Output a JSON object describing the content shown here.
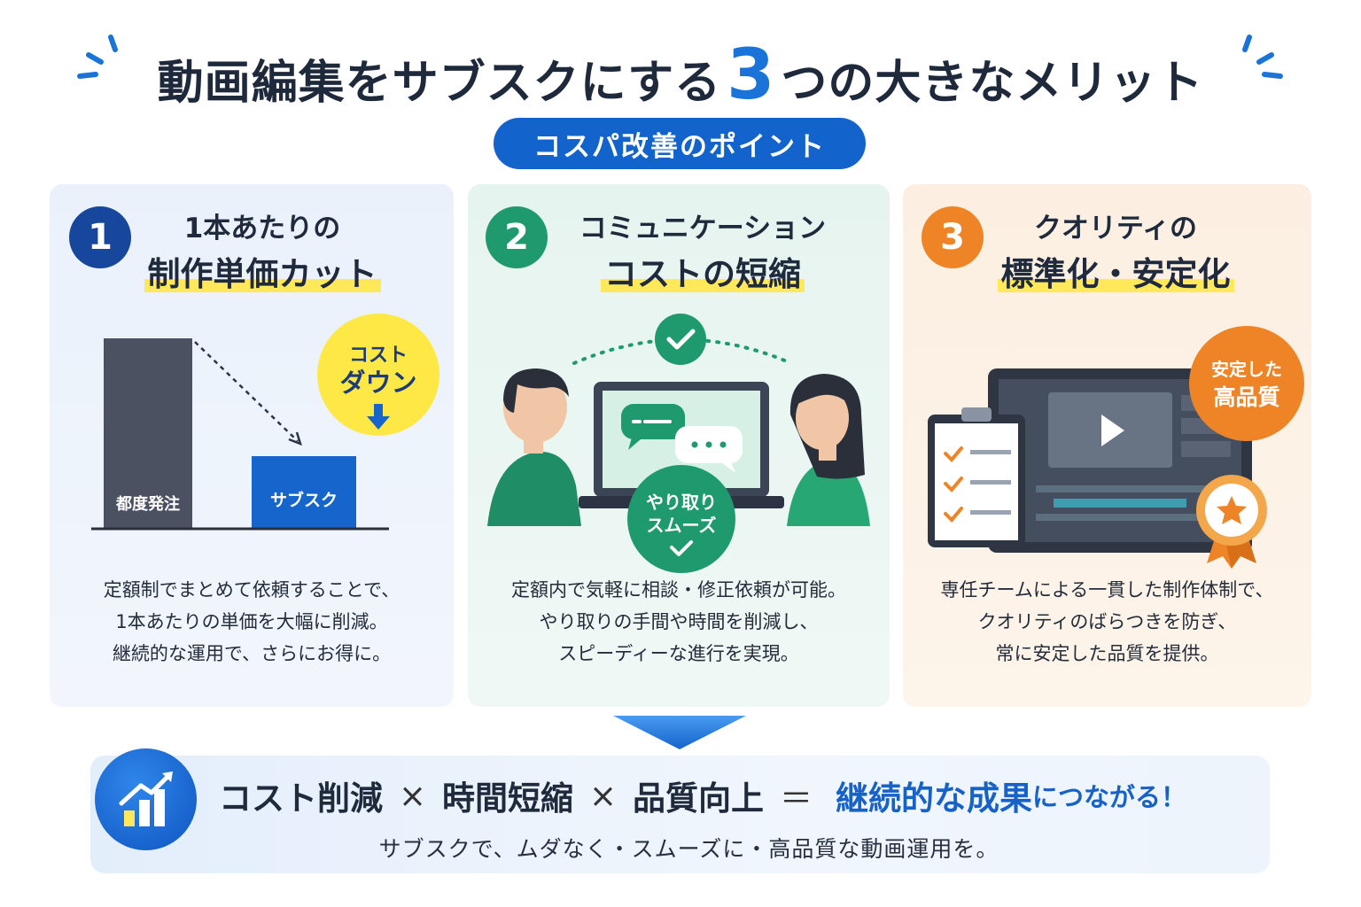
{
  "title": {
    "prefix": "動画編集をサブスクにする",
    "number": "3",
    "suffix": "つの大きなメリット"
  },
  "subtitle_pill": "コスパ改善のポイント",
  "cards": [
    {
      "number": "1",
      "heading_line1": "1本あたりの",
      "heading_line2": "制作単価カット",
      "bar_label_before": "都度発注",
      "bar_label_after": "サブスク",
      "badge_line1": "コスト",
      "badge_line2": "ダウン",
      "description": [
        "定額制でまとめて依頼することで、",
        "1本あたりの単価を大幅に削減。",
        "継続的な運用で、さらにお得に。"
      ]
    },
    {
      "number": "2",
      "heading_line1": "コミュニケーション",
      "heading_line2": "コストの短縮",
      "badge_line1": "やり取り",
      "badge_line2": "スムーズ",
      "description": [
        "定額内で気軽に相談・修正依頼が可能。",
        "やり取りの手間や時間を削減し、",
        "スピーディーな進行を実現。"
      ]
    },
    {
      "number": "3",
      "heading_line1": "クオリティの",
      "heading_line2": "標準化・安定化",
      "badge_line1": "安定した",
      "badge_line2": "高品質",
      "description": [
        "専任チームによる一貫した制作体制で、",
        "クオリティのばらつきを防ぎ、",
        "常に安定した品質を提供。"
      ]
    }
  ],
  "summary": {
    "term1": "コスト削減",
    "op1": "×",
    "term2": "時間短縮",
    "op2": "×",
    "term3": "品質向上",
    "equals": "＝",
    "result": "継続的な成果",
    "result_tail": "につながる！",
    "tagline": "サブスクで、ムダなく・スムーズに・高品質な動画運用を。"
  },
  "colors": {
    "blue": "#1264cc",
    "green": "#1f9a6e",
    "orange": "#ef8426",
    "highlight": "#ffe95a"
  }
}
